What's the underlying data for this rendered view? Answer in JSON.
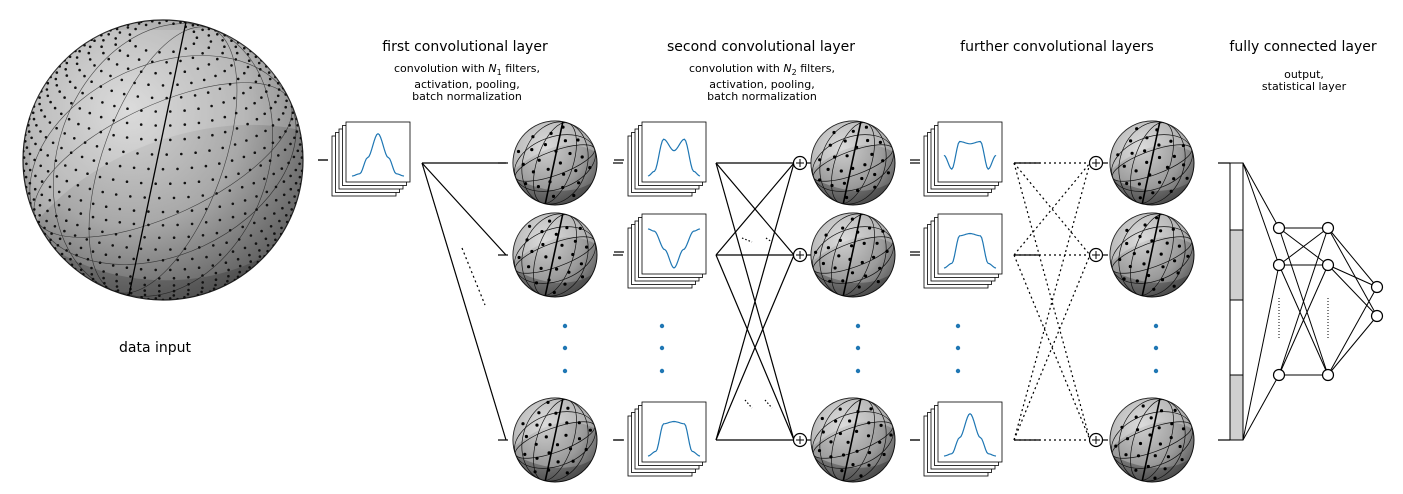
{
  "sections": {
    "input": {
      "label": "data input"
    },
    "first": {
      "title": "first convolutional layer",
      "desc_pre": "convolution with ",
      "n_symbol": "N",
      "n_index": "1",
      "desc_post": " filters,",
      "line2": "activation, pooling,",
      "line3": "batch normalization"
    },
    "second": {
      "title": "second convolutional layer",
      "desc_pre": "convolution with ",
      "n_symbol": "N",
      "n_index": "2",
      "desc_post": " filters,",
      "line2": "activation, pooling,",
      "line3": "batch normalization"
    },
    "further": {
      "title": "further convolutional layers"
    },
    "fc": {
      "title": "fully connected layer",
      "line1": "output,",
      "line2": "statistical layer"
    }
  },
  "colors": {
    "curve": "#1f77b4",
    "ellipsis_dots": "#1f77b4",
    "sphere_dark": "#6e6e6e",
    "sphere_light": "#c8c8c8",
    "ink": "#000000"
  },
  "icons": {
    "sum_node": "circled-plus",
    "neuron": "circle"
  }
}
